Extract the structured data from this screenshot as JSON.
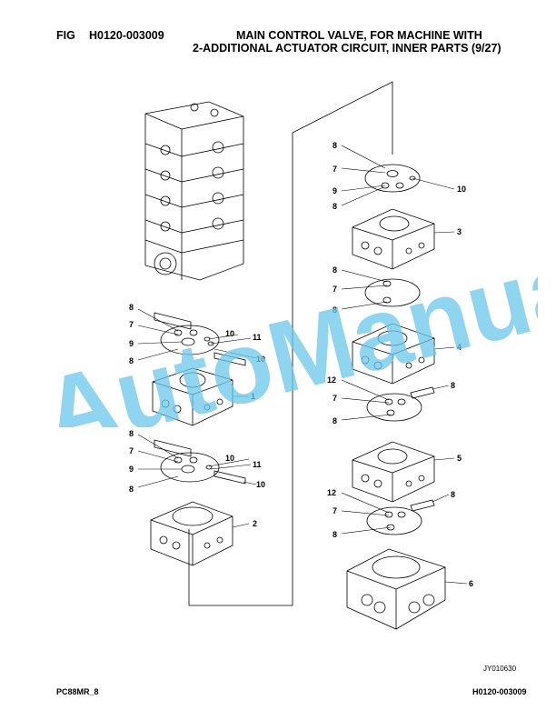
{
  "header": {
    "fig_label": "FIG",
    "fig_code": "H0120-003009",
    "title_line1": "MAIN CONTROL VALVE, FOR MACHINE WITH",
    "title_line2": "2-ADDITIONAL ACTUATOR CIRCUIT, INNER PARTS (9/27)"
  },
  "footer": {
    "model": "PC88MR_8",
    "doc_no": "H0120-003009",
    "ref_code": "JY010630"
  },
  "watermark": "AutoManual",
  "callouts": {
    "c1": "1",
    "c2": "2",
    "c3": "3",
    "c4": "4",
    "c5": "5",
    "c6": "6",
    "c7": "7",
    "c8": "8",
    "c9": "9",
    "c10": "10",
    "c11": "11",
    "c12": "12"
  }
}
